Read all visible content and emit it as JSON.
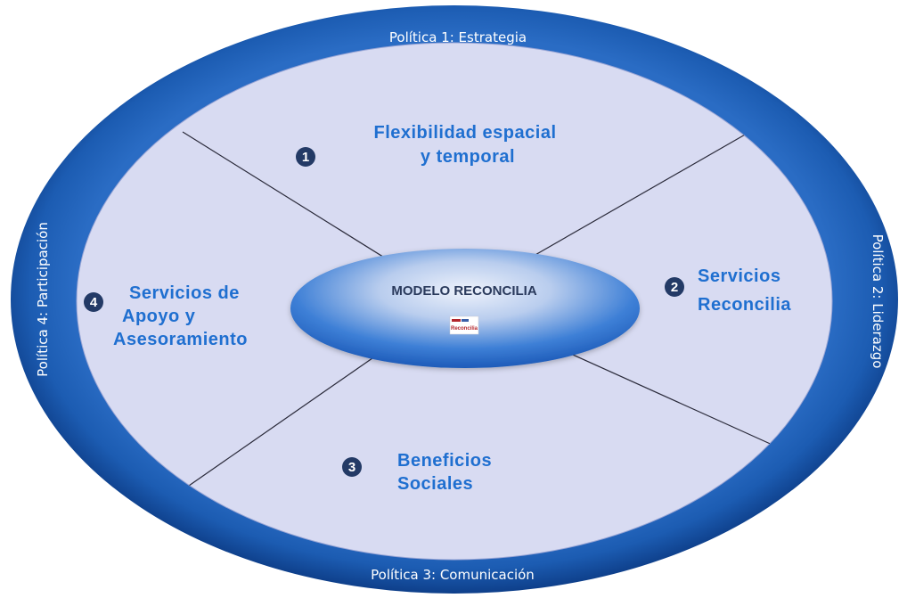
{
  "diagram": {
    "center": {
      "title": "MODELO RECONCILIA",
      "logo_text": "Reconcilia"
    },
    "policies": [
      {
        "id": "top",
        "label": "Política 1: Estrategia"
      },
      {
        "id": "right",
        "label": "Política 2: Liderazgo"
      },
      {
        "id": "bottom",
        "label": "Política 3: Comunicación"
      },
      {
        "id": "left",
        "label": "Política 4: Participación"
      }
    ],
    "sectors": [
      {
        "number": "1",
        "lines": [
          "Flexibilidad espacial",
          "y temporal"
        ]
      },
      {
        "number": "2",
        "lines": [
          "Servicios",
          "Reconcilia"
        ]
      },
      {
        "number": "3",
        "lines": [
          "Beneficios",
          "Sociales"
        ]
      },
      {
        "number": "4",
        "lines": [
          "Servicios de",
          "Apoyo y",
          "Asesoramiento"
        ]
      }
    ],
    "colors": {
      "ring": "#1f5fb5",
      "ring_dark": "#0f3f88",
      "inner": "#d8dbf2",
      "sector_text": "#1f6fd0",
      "number_badge": "#233a66"
    }
  }
}
